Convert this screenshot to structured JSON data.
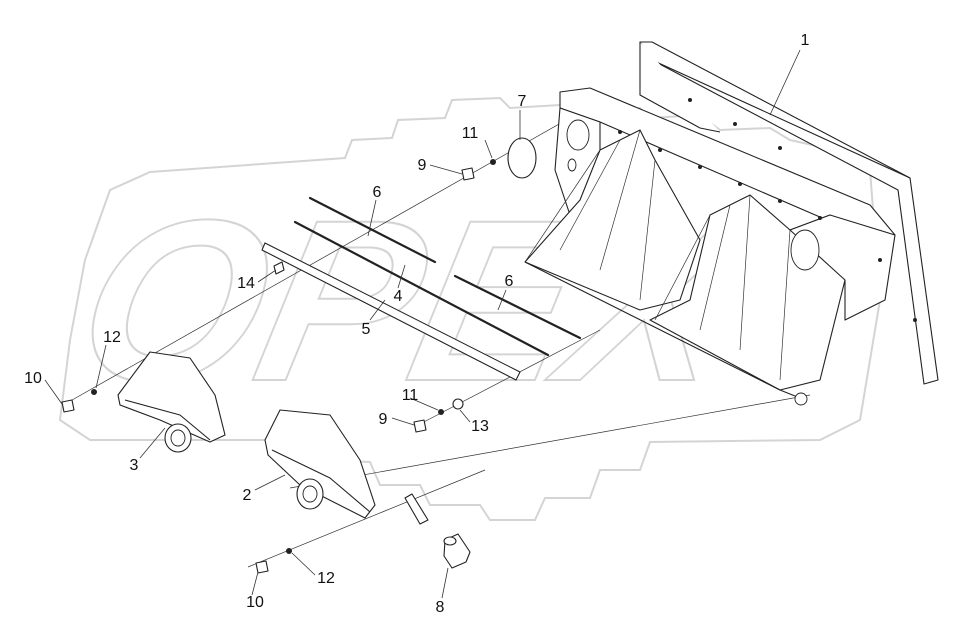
{
  "watermark": {
    "text": "OPEX",
    "color": "#d4d4d4"
  },
  "corner_mark": "",
  "callouts": [
    {
      "id": "c1",
      "text": "1"
    },
    {
      "id": "c7",
      "text": "7"
    },
    {
      "id": "c11a",
      "text": "11"
    },
    {
      "id": "c9a",
      "text": "9"
    },
    {
      "id": "c6a",
      "text": "6"
    },
    {
      "id": "c14",
      "text": "14"
    },
    {
      "id": "c4",
      "text": "4"
    },
    {
      "id": "c6b",
      "text": "6"
    },
    {
      "id": "c5",
      "text": "5"
    },
    {
      "id": "c12a",
      "text": "12"
    },
    {
      "id": "c10a",
      "text": "10"
    },
    {
      "id": "c3",
      "text": "3"
    },
    {
      "id": "c11b",
      "text": "11"
    },
    {
      "id": "c9b",
      "text": "9"
    },
    {
      "id": "c13",
      "text": "13"
    },
    {
      "id": "c2",
      "text": "2"
    },
    {
      "id": "c12b",
      "text": "12"
    },
    {
      "id": "c10b",
      "text": "10"
    },
    {
      "id": "c8",
      "text": "8"
    }
  ]
}
